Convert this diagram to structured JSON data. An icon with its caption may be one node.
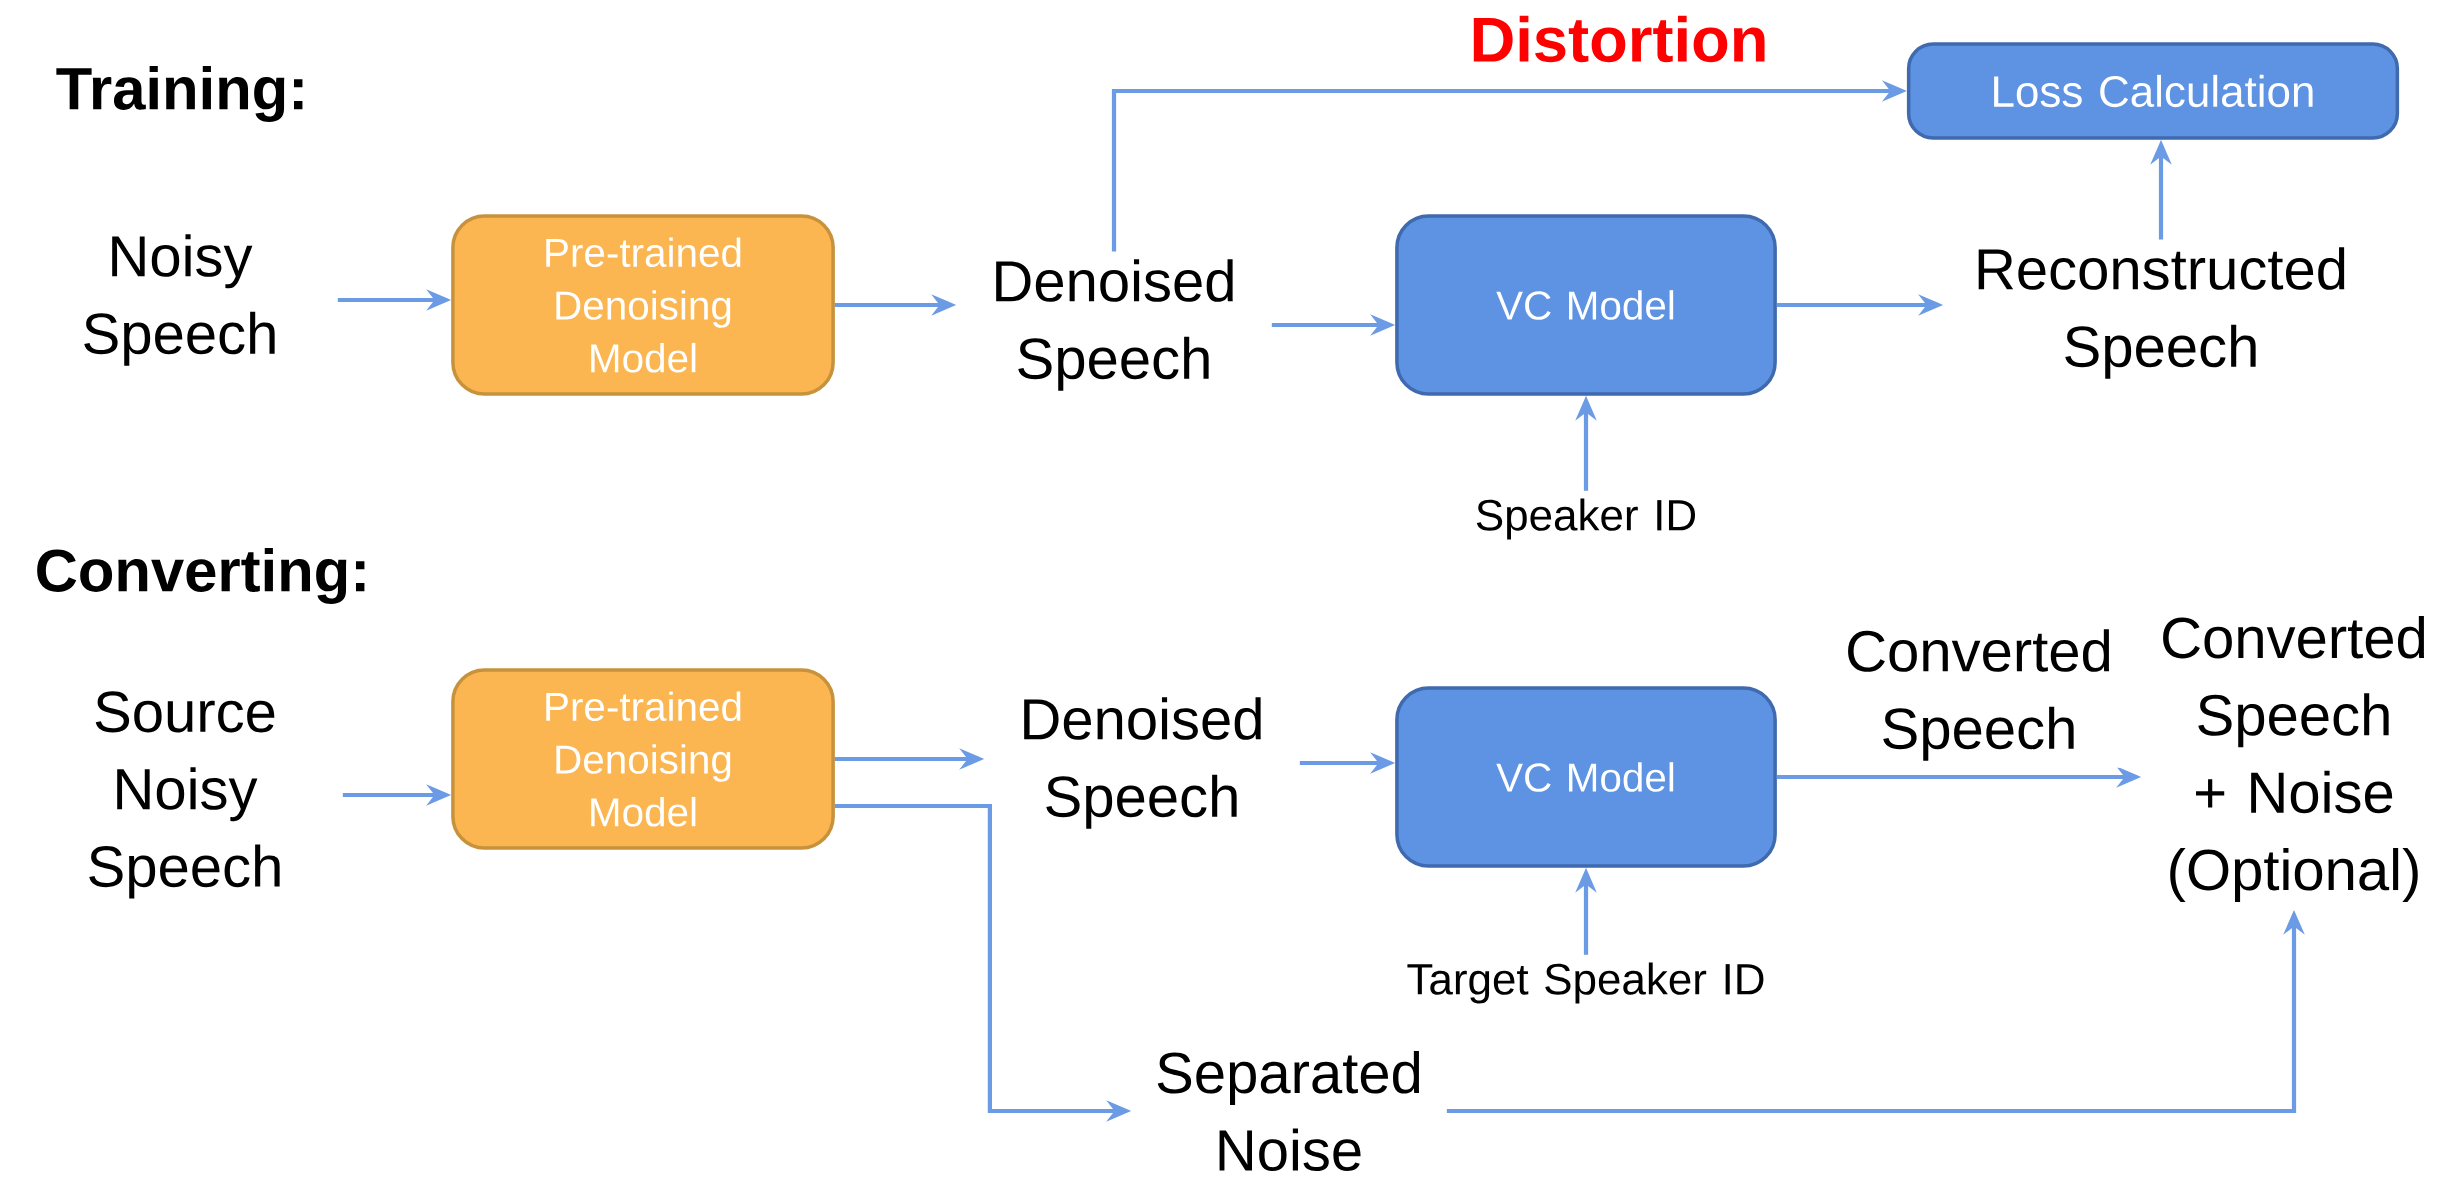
{
  "diagram": {
    "nodes": [
      {
        "text": [
          "Noisy Speech"
        ]
      },
      {
        "text": [
          "Pre-trained Denoising Model"
        ]
      },
      {
        "text": [
          "Denoised Speech"
        ]
      },
      {
        "text": [
          "VC Model"
        ]
      },
      {
        "text": [
          "Reconstructed Speech"
        ]
      },
      {
        "text": [
          "Loss Calculation"
        ]
      },
      {
        "text": [
          "Speaker ID"
        ]
      },
      {
        "text": [
          "Source Noisy Speech"
        ]
      },
      {
        "text": [
          "Pre-trained Denoising Model"
        ]
      },
      {
        "text": [
          "Denoised Speech"
        ]
      },
      {
        "text": [
          "VC Model"
        ]
      },
      {
        "text": [
          "Converted Speech + Noise (Optional)"
        ]
      },
      {
        "text": [
          "Target Speaker ID"
        ]
      },
      {
        "text": [
          "Separated Noise"
        ]
      }
    ],
    "edges": [
      {
        "from": 0,
        "to": 1,
        "arrow": "to"
      },
      {
        "from": 1,
        "to": 2,
        "arrow": "to"
      },
      {
        "from": 2,
        "to": 3,
        "arrow": "to"
      },
      {
        "from": 3,
        "to": 4,
        "arrow": "to"
      },
      {
        "from": 2,
        "to": 5,
        "arrow": "to",
        "label": "Distortion"
      },
      {
        "from": 4,
        "to": 5,
        "arrow": "to"
      },
      {
        "from": 6,
        "to": 3,
        "arrow": "to"
      },
      {
        "from": 7,
        "to": 8,
        "arrow": "to"
      },
      {
        "from": 8,
        "to": 9,
        "arrow": "to"
      },
      {
        "from": 9,
        "to": 10,
        "arrow": "to"
      },
      {
        "from": 10,
        "to": 11,
        "arrow": "to",
        "label": "Converted Speech"
      },
      {
        "from": 12,
        "to": 10,
        "arrow": "to"
      },
      {
        "from": 8,
        "to": 13,
        "arrow": "to"
      },
      {
        "from": 13,
        "to": 11,
        "arrow": "to"
      }
    ],
    "labels": [
      "Training:",
      "Converting:"
    ]
  }
}
